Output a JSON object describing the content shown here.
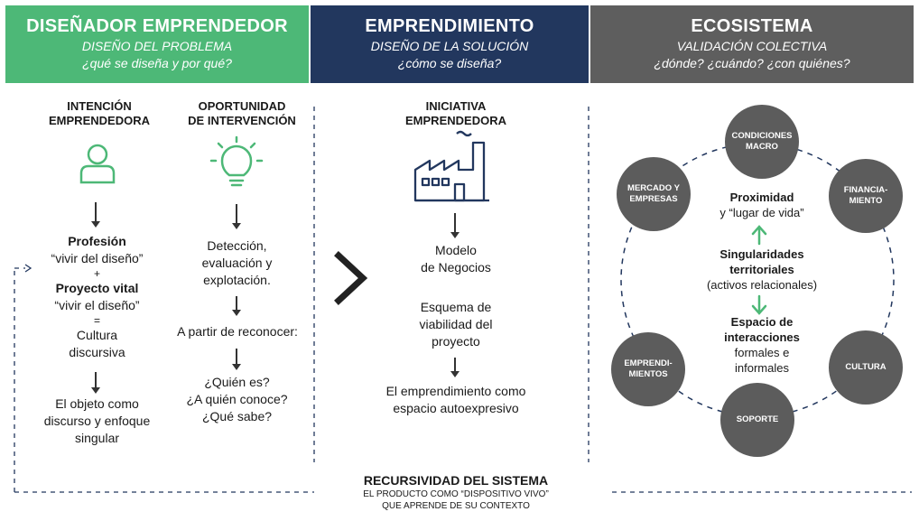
{
  "headers": [
    {
      "title": "DISEÑADOR EMPRENDEDOR",
      "sub1": "DISEÑO DEL PROBLEMA",
      "sub2": "¿qué se diseña y por qué?",
      "color": "#4db877"
    },
    {
      "title": "EMPRENDIMIENTO",
      "sub1": "DISEÑO DE LA SOLUCIÓN",
      "sub2": "¿cómo se diseña?",
      "color": "#22375e"
    },
    {
      "title": "ECOSISTEMA",
      "sub1": "VALIDACIÓN COLECTIVA",
      "sub2": "¿dónde? ¿cuándo? ¿con quiénes?",
      "color": "#5e5e5e"
    }
  ],
  "col1": {
    "heading1": "INTENCIÓN",
    "heading2": "EMPRENDEDORA",
    "icon": "person-icon",
    "profesion": "Profesión",
    "profesion_q": "“vivir del diseño”",
    "plus": "+",
    "proyecto": "Proyecto vital",
    "proyecto_q": "“vivir el diseño”",
    "equals": "=",
    "cultura1": "Cultura",
    "cultura2": "discursiva",
    "objeto1": "El objeto como",
    "objeto2": "discurso y enfoque",
    "objeto3": "singular"
  },
  "col2": {
    "heading1": "OPORTUNIDAD",
    "heading2": "DE INTERVENCIÓN",
    "icon": "lightbulb-icon",
    "det1": "Detección,",
    "det2": "evaluación y",
    "det3": "explotación.",
    "partir": "A partir de reconocer:",
    "q1": "¿Quién es?",
    "q2": "¿A quién conoce?",
    "q3": "¿Qué sabe?"
  },
  "col3": {
    "heading1": "INICIATIVA",
    "heading2": "EMPRENDEDORA",
    "icon": "factory-icon",
    "modelo1": "Modelo",
    "modelo2": "de Negocios",
    "esq1": "Esquema de",
    "esq2": "viabilidad del",
    "esq3": "proyecto",
    "emp1": "El emprendimiento como",
    "emp2": "espacio autoexpresivo"
  },
  "ecosystem": {
    "circles": [
      "CONDICIONES MACRO",
      "FINANCIA-MIENTO",
      "CULTURA",
      "SOPORTE",
      "EMPRENDI-MIENTOS",
      "MERCADO Y EMPRESAS"
    ],
    "proximidad": "Proximidad",
    "lugar": "y “lugar de vida”",
    "sing1": "Singularidades",
    "sing2": "territoriales",
    "activos": "(activos relacionales)",
    "esp1": "Espacio de",
    "esp2": "interacciones",
    "esp3": "formales e",
    "esp4": "informales"
  },
  "footer": {
    "title": "RECURSIVIDAD DEL SISTEMA",
    "line1": "EL PRODUCTO COMO “DISPOSITIVO VIVO”",
    "line2": "QUE APRENDE DE SU CONTEXTO"
  }
}
